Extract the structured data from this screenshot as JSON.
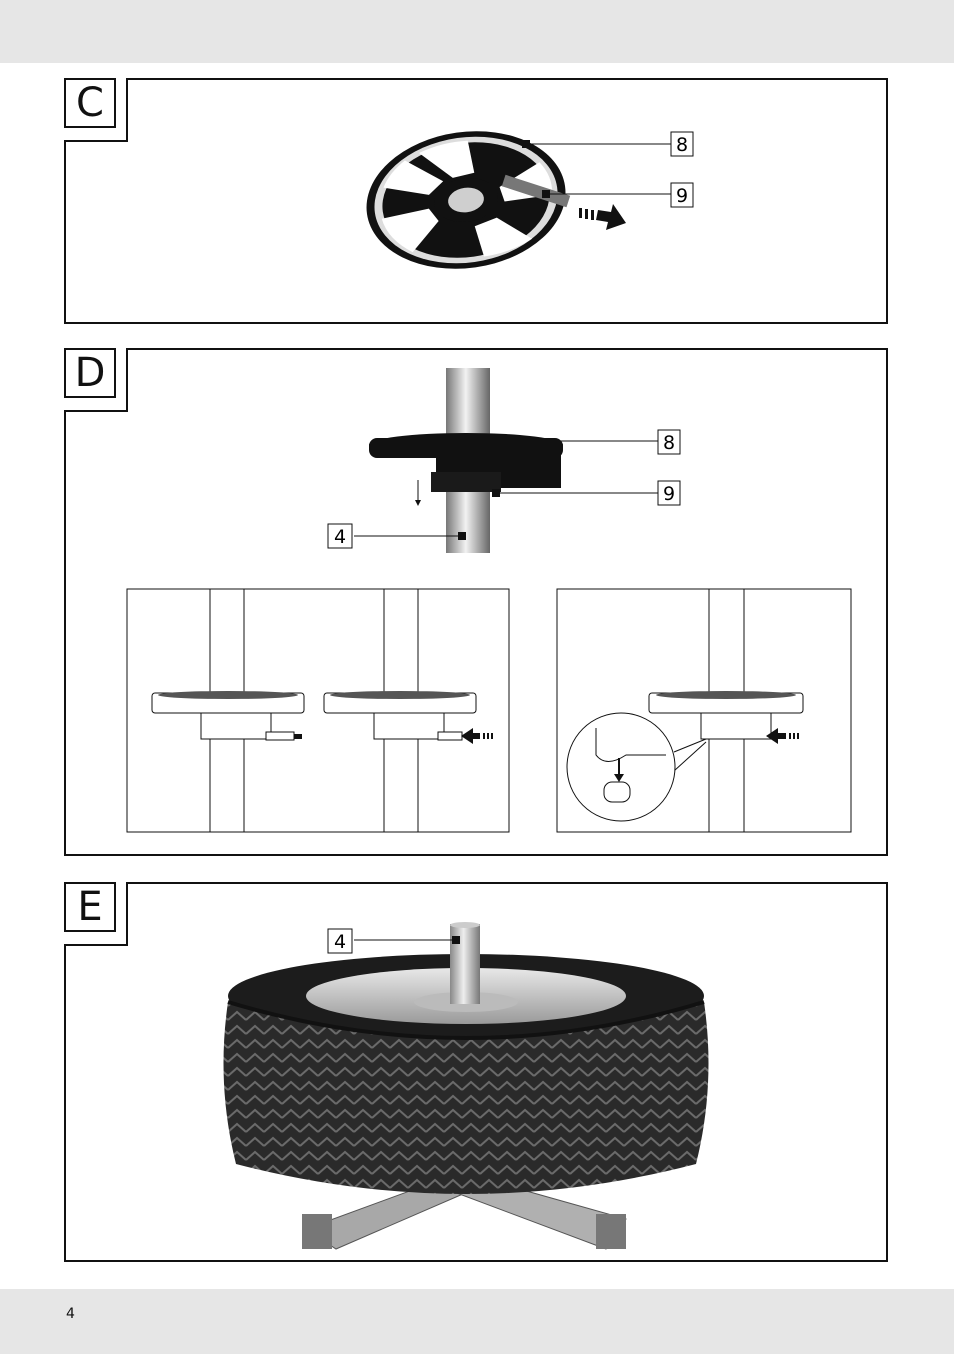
{
  "page": {
    "number": "4"
  },
  "sections": {
    "c": {
      "label": "C",
      "callouts": [
        "8",
        "9"
      ]
    },
    "d": {
      "label": "D",
      "callouts": [
        "8",
        "9",
        "4"
      ]
    },
    "e": {
      "label": "E",
      "callouts": [
        "4"
      ]
    }
  }
}
